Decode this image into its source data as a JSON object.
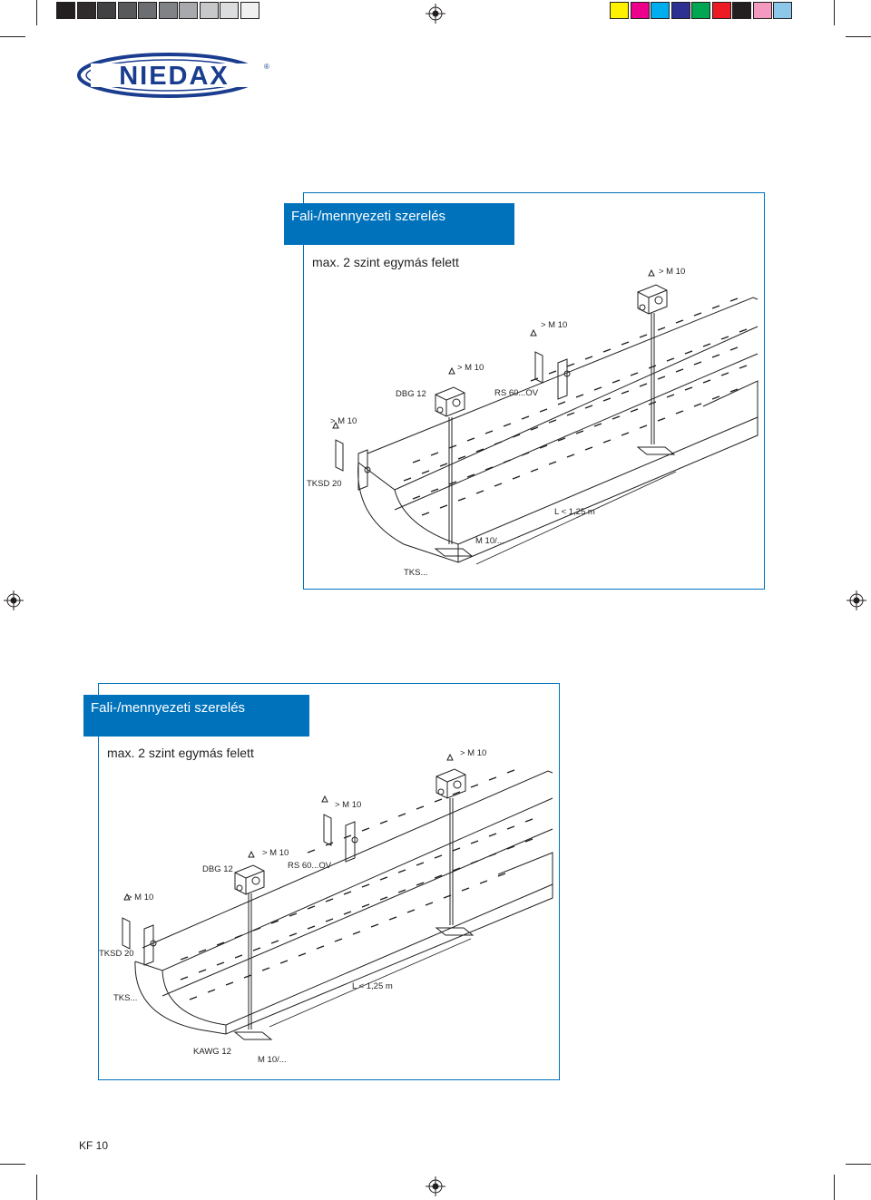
{
  "color_bar": {
    "grays": [
      "#231f20",
      "#2f2b2c",
      "#414042",
      "#58595b",
      "#6d6e71",
      "#808285",
      "#a7a9ac",
      "#c7c8ca",
      "#dcddde",
      "#f1f1f2"
    ],
    "process": [
      "#fff200",
      "#ec008c",
      "#00aeef",
      "#2e3192",
      "#00a651",
      "#ed1c24",
      "#231f20",
      "#f49ac1",
      "#8dc8e8"
    ]
  },
  "logo": {
    "text": "NIEDAX",
    "mark": "®",
    "color": "#1b3d8f"
  },
  "panel_top": {
    "banner": "Fali-/mennyezeti szerelés",
    "subtitle": "max. 2  szint egymás felett",
    "labels": [
      "> M 10",
      "> M 10",
      "> M 10",
      "DBG 12",
      "RS 60...OV",
      "> M 10",
      "TKSD 20",
      "L < 1,25 m",
      "M 10/...",
      "TKS..."
    ]
  },
  "panel_bottom": {
    "banner": "Fali-/mennyezeti szerelés",
    "subtitle": "max. 2  szint egymás felett",
    "labels": [
      "> M 10",
      "> M 10",
      "> M 10",
      "DBG 12",
      "RS 60...OV",
      "> M 10",
      "TKSD 20",
      "TKS...",
      "L < 1,25 m",
      "KAWG 12",
      "M 10/..."
    ]
  },
  "footer": {
    "page_code": "KF 10"
  },
  "colors": {
    "accent": "#0072bc",
    "text": "#231f20"
  }
}
